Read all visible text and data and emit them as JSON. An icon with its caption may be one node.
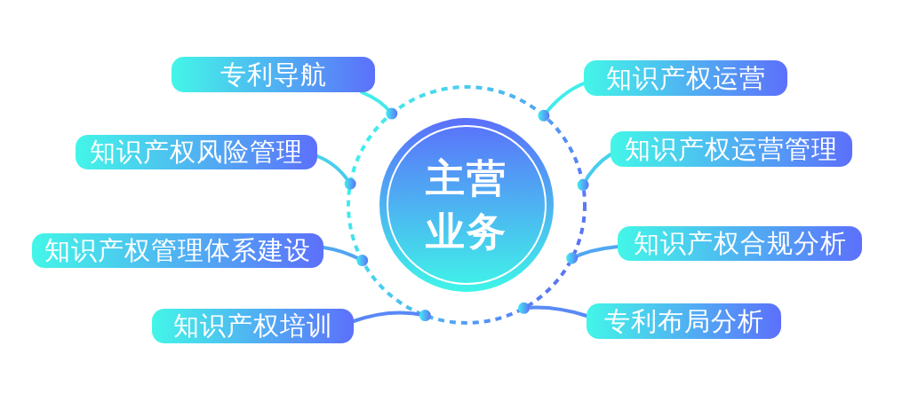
{
  "diagram": {
    "nodes": [
      {
        "text": [],
        "shape": "circle"
      },
      {
        "text": [
          "主营业务"
        ],
        "in": 0
      },
      {
        "text": [
          "专利导航"
        ]
      },
      {
        "text": [
          "知识产权运营"
        ]
      },
      {
        "text": [
          "知识产权风险管理"
        ]
      },
      {
        "text": [
          "知识产权运营管理"
        ]
      },
      {
        "text": [
          "知识产权管理体系建设"
        ]
      },
      {
        "text": [
          "知识产权合规分析"
        ]
      },
      {
        "text": [
          "知识产权培训"
        ]
      },
      {
        "text": [
          "专利布局分析"
        ]
      }
    ],
    "edges": [
      {
        "from": 2,
        "to": 0,
        "arrow": "other"
      },
      {
        "from": 3,
        "to": 0,
        "arrow": "other"
      },
      {
        "from": 4,
        "to": 0,
        "arrow": "other"
      },
      {
        "from": 5,
        "to": 0,
        "arrow": "other"
      },
      {
        "from": 6,
        "to": 0,
        "arrow": "other"
      },
      {
        "from": 7,
        "to": 0,
        "arrow": "other"
      },
      {
        "from": 8,
        "to": 0,
        "arrow": "other"
      },
      {
        "from": 9,
        "to": 0,
        "arrow": "other"
      }
    ]
  }
}
